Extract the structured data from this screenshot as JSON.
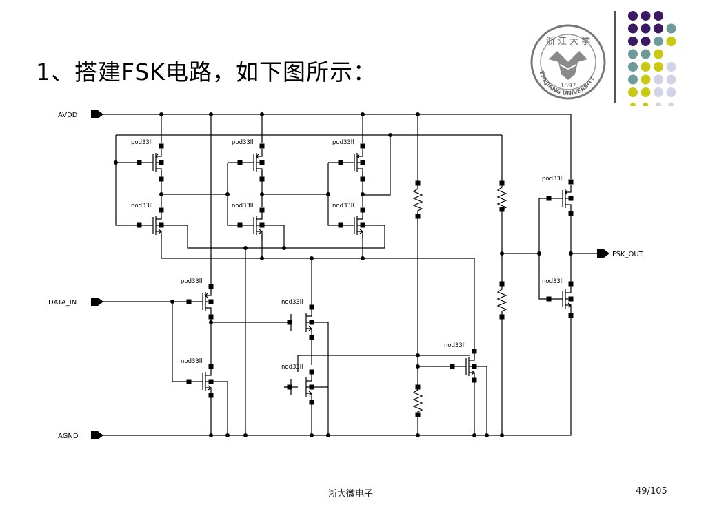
{
  "title": "1、搭建FSK电路，如下图所示：",
  "logo": {
    "year": "1897",
    "name": "ZHEJIANG UNIVERSITY",
    "seal_chars": "浙 江 大 学"
  },
  "accent_dots": {
    "colors": {
      "purple": "#3b1a63",
      "teal": "#6f9a9a",
      "lime": "#c9c914",
      "lavender": "#d3d3e6"
    }
  },
  "schematic": {
    "ports": {
      "avdd": "AVDD",
      "data_in": "DATA_IN",
      "agnd": "AGND",
      "fsk_out": "FSK_OUT"
    },
    "devices": {
      "pmos1": "pod33ll",
      "pmos2": "pod33ll",
      "pmos3": "pod33ll",
      "pmos_out": "pod33ll",
      "pmos_data": "pod33ll",
      "nmos1": "nod33ll",
      "nmos2": "nod33ll",
      "nmos3": "nod33ll",
      "nmos_out": "nod33ll",
      "nmos_mid_top": "nod33ll",
      "nmos_mid_bot": "nod33ll",
      "nmos_data": "nod33ll",
      "nmos_switch": "nod33ll"
    }
  },
  "footer": {
    "center": "浙大微电子",
    "page": "49/105"
  }
}
